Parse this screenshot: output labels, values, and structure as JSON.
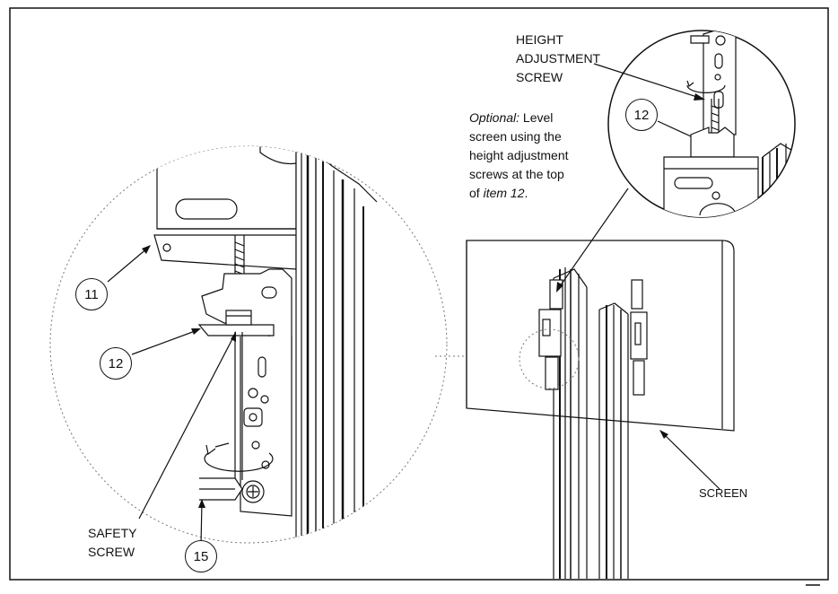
{
  "labels": {
    "height_adjust_1": "HEIGHT",
    "height_adjust_2": "ADJUSTMENT",
    "height_adjust_3": "SCREW",
    "safety_1": "SAFETY",
    "safety_2": "SCREW",
    "screen": "SCREEN"
  },
  "note": {
    "optional_label": "Optional:",
    "line1_rest": " Level",
    "line2": "screen using the",
    "line3": "height adjustment",
    "line4": "screws at the top",
    "line5_prefix": "of ",
    "line5_item": "item 12",
    "line5_suffix": "."
  },
  "callouts": {
    "c11": "11",
    "c12_main": "12",
    "c15": "15",
    "c12_detail": "12"
  }
}
